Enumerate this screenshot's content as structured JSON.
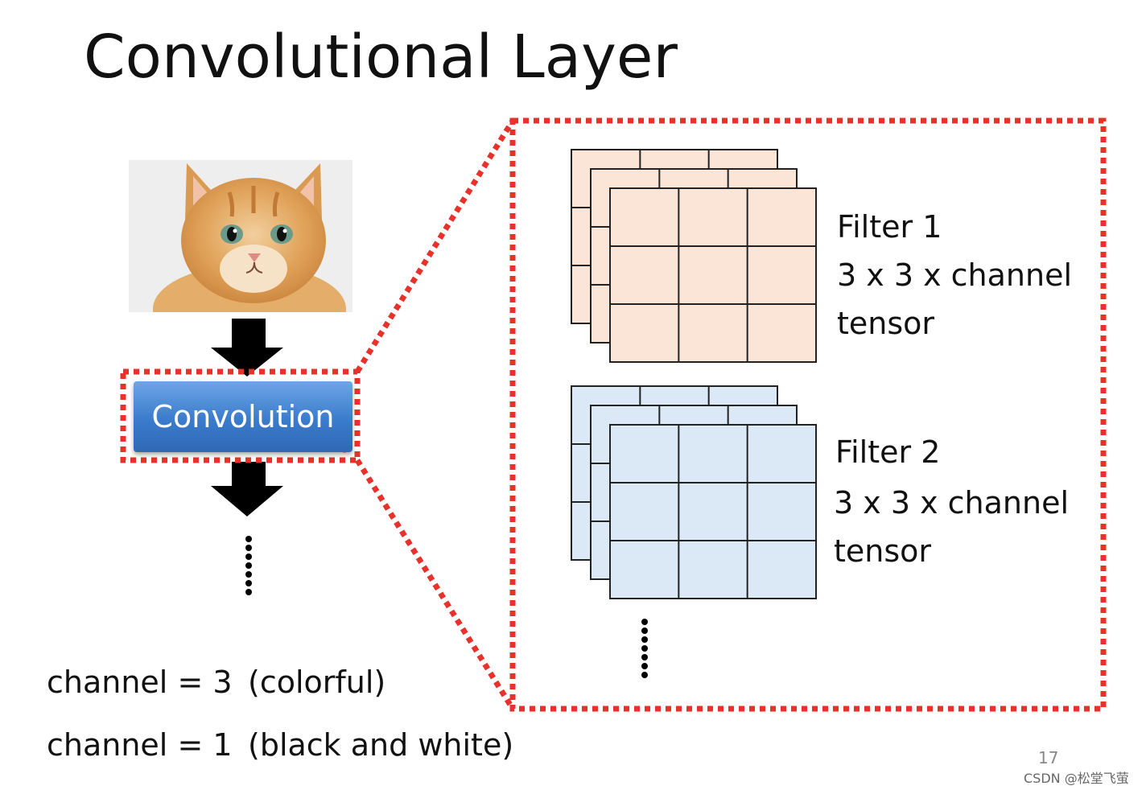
{
  "slide": {
    "title": "Convolutional Layer",
    "page_number": "17",
    "watermark": "CSDN @松堂飞萤"
  },
  "image": {
    "subject": "kitten photo"
  },
  "convolution_block": {
    "label": "Convolution"
  },
  "filters": [
    {
      "name": "Filter 1",
      "shape": "3 x 3 x channel",
      "kind": "tensor",
      "fill_color": "#fbe5d6"
    },
    {
      "name": "Filter 2",
      "shape": "3 x 3 x channel",
      "kind": "tensor",
      "fill_color": "#dbe8f6"
    }
  ],
  "channel_notes": [
    {
      "text": "channel = 3",
      "meaning": "(colorful)"
    },
    {
      "text": "channel = 1",
      "meaning": "(black and white)"
    }
  ],
  "colors": {
    "highlight_dotted": "#e8312a",
    "arrow": "#000000",
    "grid_line": "#222222",
    "button_blue": "#3a7bcc"
  },
  "icons": [
    "down-arrow-icon",
    "vertical-ellipsis-icon"
  ]
}
